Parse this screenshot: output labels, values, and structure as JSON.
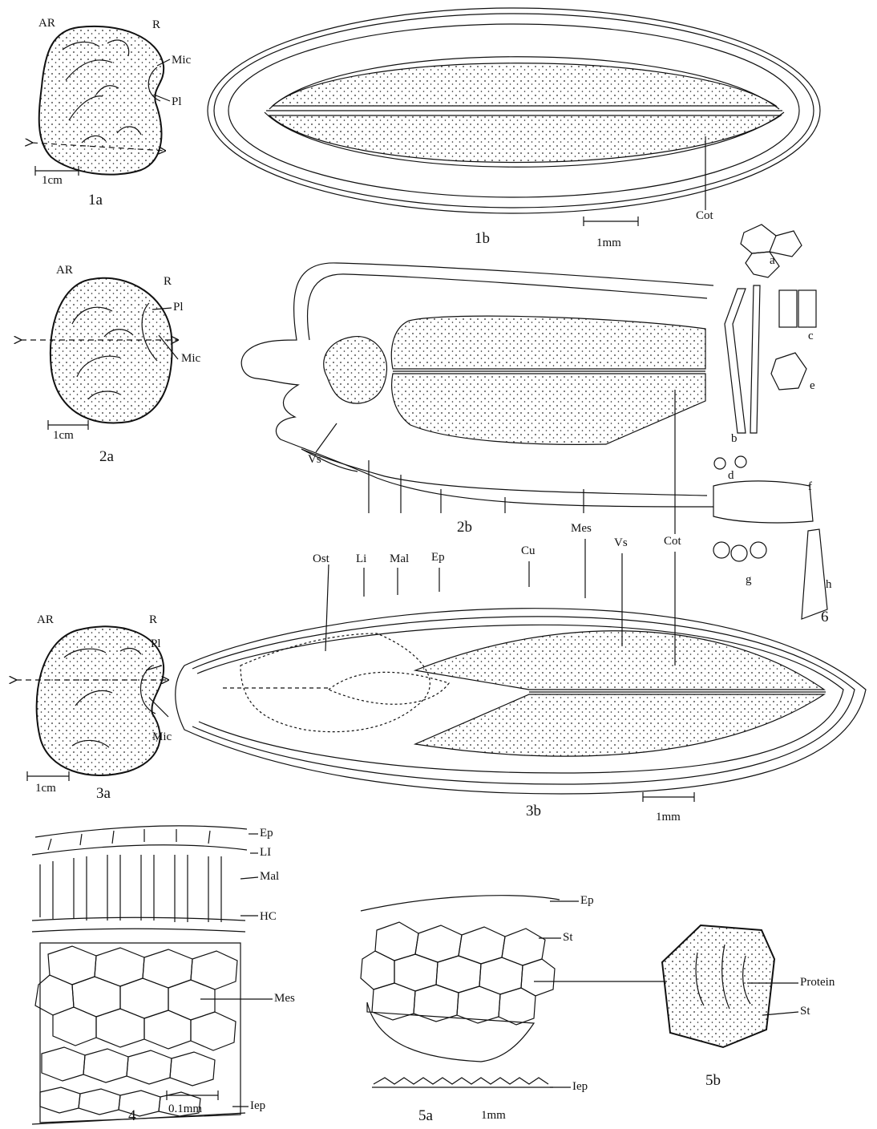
{
  "labels": {
    "AR": "AR",
    "R": "R",
    "Mic": "Mic",
    "Pl": "Pl",
    "Cot": "Cot",
    "Vs": "Vs",
    "Li": "Li",
    "LI": "LI",
    "Mal": "Mal",
    "Ep": "Ep",
    "Cu": "Cu",
    "Mes": "Mes",
    "Ost": "Ost",
    "HC": "HC",
    "Iep": "Iep",
    "St": "St",
    "Protein": "Protein"
  },
  "scales": {
    "cm": "1cm",
    "mm": "1mm",
    "tenth_mm": "0.1mm"
  },
  "figures": {
    "f1a": "1a",
    "f1b": "1b",
    "f2a": "2a",
    "f2b": "2b",
    "f3a": "3a",
    "f3b": "3b",
    "f4": "4",
    "f5a": "5a",
    "f5b": "5b",
    "f6": "6"
  },
  "panel6": [
    "a",
    "b",
    "c",
    "d",
    "e",
    "f",
    "g",
    "h"
  ]
}
